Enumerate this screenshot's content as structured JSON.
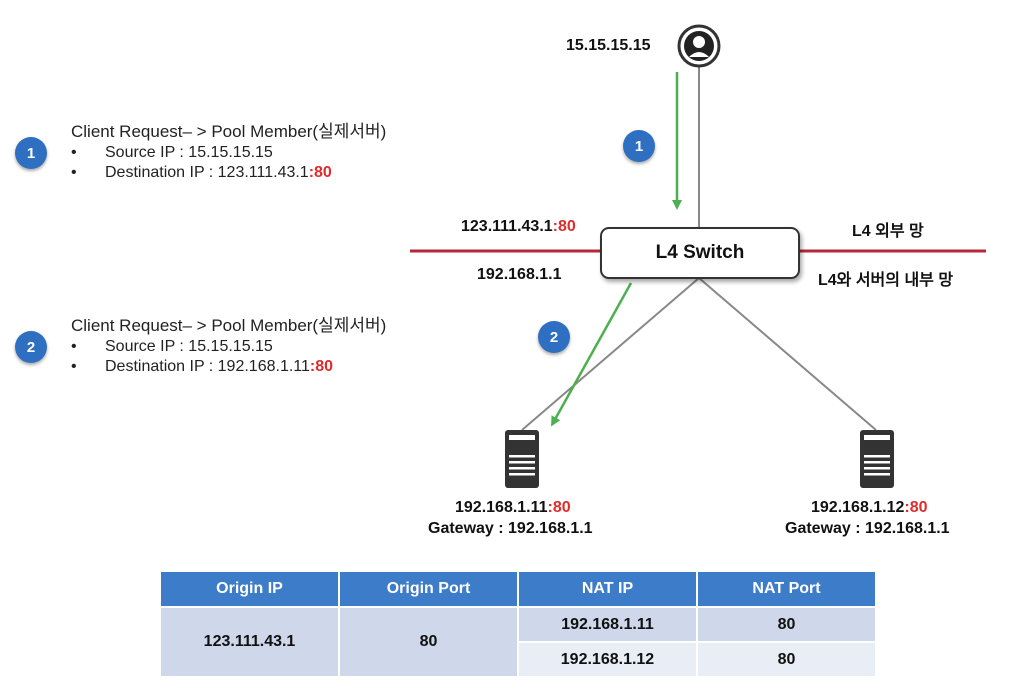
{
  "steps": [
    {
      "number": "1",
      "title": "Client Request– > Pool Member(실제서버)",
      "source_label": "Source IP : 15.15.15.15",
      "dest_label": "Destination IP : 123.111.43.1",
      "dest_port": ":80"
    },
    {
      "number": "2",
      "title": "Client Request– > Pool Member(실제서버)",
      "source_label": "Source IP : 15.15.15.15",
      "dest_label": "Destination IP : 192.168.1.11",
      "dest_port": ":80"
    }
  ],
  "bullet": "•",
  "diagram": {
    "client_ip": "15.15.15.15",
    "vip": "123.111.43.1",
    "vip_port": ":80",
    "switch_label": "L4 Switch",
    "internal_ip": "192.168.1.1",
    "external_net_label": "L4 외부 망",
    "internal_net_label": "L4와 서버의 내부 망",
    "arrow_step_1": "1",
    "arrow_step_2": "2",
    "servers": [
      {
        "ip": "192.168.1.11",
        "port": ":80",
        "gateway": "Gateway : 192.168.1.1"
      },
      {
        "ip": "192.168.1.12",
        "port": ":80",
        "gateway": "Gateway : 192.168.1.1"
      }
    ],
    "colors": {
      "network_line": "#b5283a",
      "flow_arrow": "#4caf50",
      "badge": "#2f6fc1",
      "port_highlight": "#e02b2b"
    }
  },
  "table": {
    "headers": [
      "Origin IP",
      "Origin Port",
      "NAT IP",
      "NAT Port"
    ],
    "origin_ip": "123.111.43.1",
    "origin_port": "80",
    "rows": [
      {
        "nat_ip": "192.168.1.11",
        "nat_port": "80"
      },
      {
        "nat_ip": "192.168.1.12",
        "nat_port": "80"
      }
    ]
  }
}
